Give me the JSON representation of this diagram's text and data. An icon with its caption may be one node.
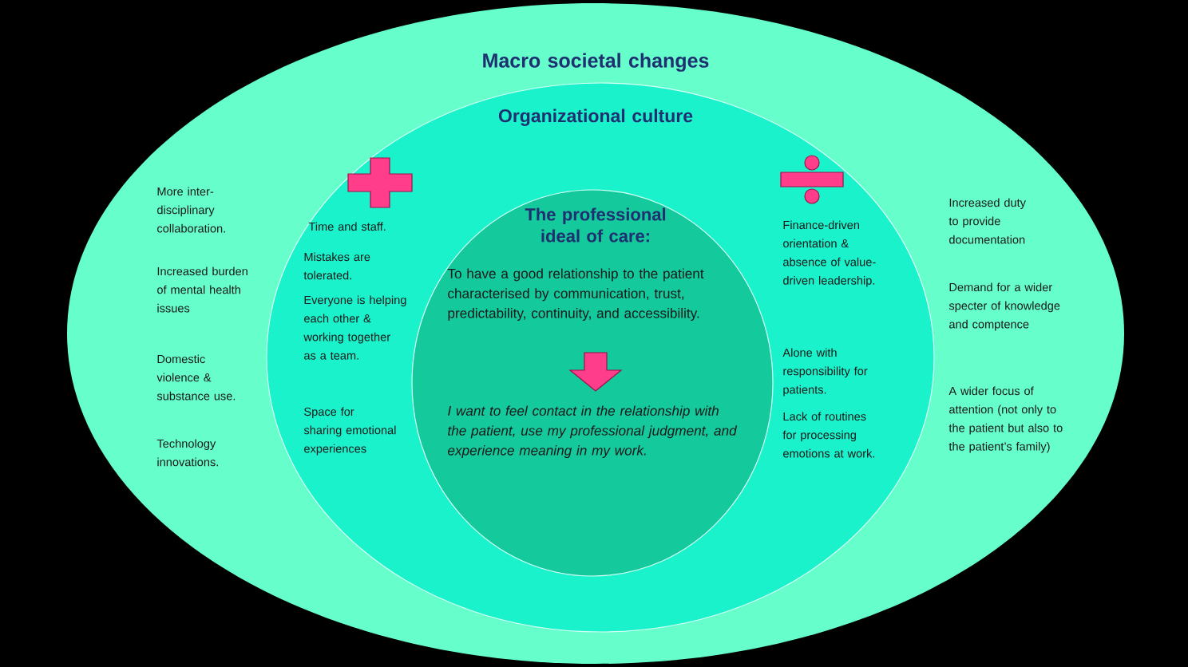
{
  "diagram": {
    "nodes": [
      {
        "text": [
          "Macro societal changes",
          "More inter-disciplinary collaboration.",
          "Increased burden of mental health issues",
          "Domestic violence & substance use.",
          "Technology innovations.",
          "Increased duty to provide documentation",
          "Demand for a wider specter of knowledge and comptence",
          "A wider focus of attention (not only to the patient but also to the patient’s family)"
        ]
      },
      {
        "text": [
          "Organizational culture",
          "Time and staff.",
          "Mistakes are tolerated.",
          "Everyone is helping each other & working together as a team.",
          "Space for sharing emotional experiences",
          "Finance-driven orientation & absence of value-driven leadership.",
          "Alone with responsibility for patients.",
          "Lack of routines for processing emotions at work."
        ],
        "in": 0
      },
      {
        "text": [
          "The professional ideal of care:",
          "To have a good relationship to the patient  characterised by communication, trust, predictability, continuity, and accessibility.",
          "I want to feel contact in the relationship with the patient, use my professional judgment, and experience meaning in my work."
        ],
        "in": 1
      }
    ]
  }
}
